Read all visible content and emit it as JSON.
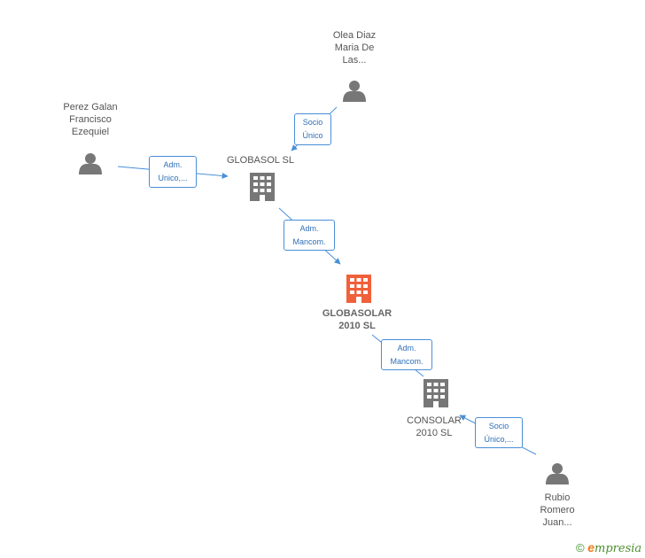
{
  "nodes": {
    "olea": {
      "type": "person",
      "lines": [
        "Olea Diaz",
        "Maria De",
        "Las..."
      ]
    },
    "perez": {
      "type": "person",
      "lines": [
        "Perez Galan",
        "Francisco",
        "Ezequiel"
      ]
    },
    "globasol": {
      "type": "company",
      "lines": [
        "GLOBASOL SL"
      ]
    },
    "globasolar": {
      "type": "company-main",
      "lines": [
        "GLOBASOLAR",
        "2010 SL"
      ]
    },
    "consolar": {
      "type": "company",
      "lines": [
        "CONSOLAR",
        "2010 SL"
      ]
    },
    "rubio": {
      "type": "person",
      "lines": [
        "Rubio",
        "Romero",
        "Juan..."
      ]
    }
  },
  "edges": {
    "olea_globasol": [
      "Socio",
      "Único"
    ],
    "perez_globasol": [
      "Adm.",
      "Unico,..."
    ],
    "globasol_globasolar": [
      "Adm.",
      "Mancom."
    ],
    "globasolar_consolar": [
      "Adm.",
      "Mancom."
    ],
    "rubio_consolar": [
      "Socio",
      "Único,..."
    ]
  },
  "colors": {
    "icon_gray": "#777777",
    "main_company": "#f0603a",
    "edge_line": "#4a8fd8"
  },
  "brand": {
    "copyright": "©",
    "logo_e": "e",
    "logo_rest": "mpresia"
  }
}
